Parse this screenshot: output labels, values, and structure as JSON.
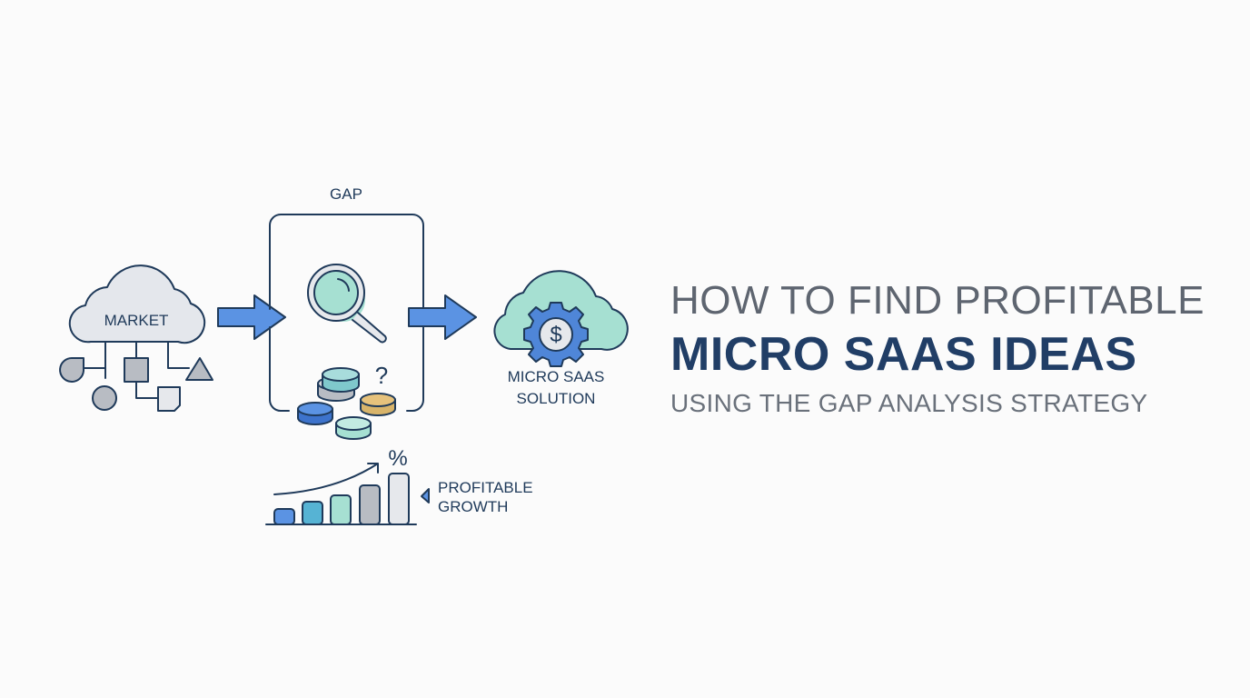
{
  "diagram": {
    "market_label": "MARKET",
    "gap_label": "GAP",
    "question_mark": "?",
    "solution_label_line1": "MICRO SAAS",
    "solution_label_line2": "SOLUTION",
    "solution_icon": "dollar-gear-icon",
    "dollar_symbol": "$",
    "percent_symbol": "%",
    "growth_label_line1": "PROFITABLE",
    "growth_label_line2": "GROWTH"
  },
  "title": {
    "line1": "HOW TO FIND PROFITABLE",
    "line2": "MICRO SAAS IDEAS",
    "line3": "USING THE GAP ANALYSIS STRATEGY"
  },
  "colors": {
    "navy": "#1f3a5a",
    "arrow_blue": "#5b93e3",
    "teal": "#a6e0d2",
    "gray": "#c3c6cc",
    "gold": "#d8b46a"
  }
}
